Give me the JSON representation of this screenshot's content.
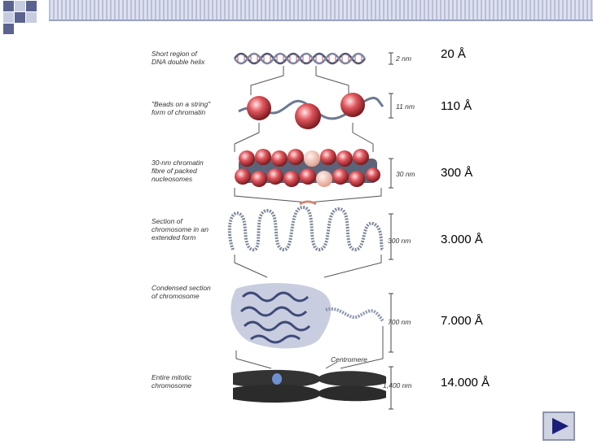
{
  "figure": {
    "labels": [
      "Short region of\nDNA double helix",
      "\"Beads on a string\"\nform of chromatin",
      "30-nm chromatin\nfibre of packed\nnucleosomes",
      "Section of\nchromosome in an\nextended form",
      "Condensed section\nof chromosome",
      "Entire mitotic\nchromosome"
    ],
    "scales": [
      "2 nm",
      "11 nm",
      "30 nm",
      "300 nm",
      "700 nm",
      "1,400 nm"
    ],
    "centromere_label": "Centromere"
  },
  "measurements": [
    "20 Å",
    "110 Å",
    "300 Å",
    "3.000 Å",
    "7.000 Å",
    "14.000 Å"
  ],
  "nav": {
    "next_icon": "play-triangle-icon"
  },
  "colors": {
    "band": "#b8bfd8",
    "square_dark": "#5a6390",
    "square_light": "#c7cce0",
    "nucleosome": "#d9474f",
    "chromatin": "#8a94a6",
    "button": "#cfd3e2",
    "arrow": "#1b1f7a"
  }
}
